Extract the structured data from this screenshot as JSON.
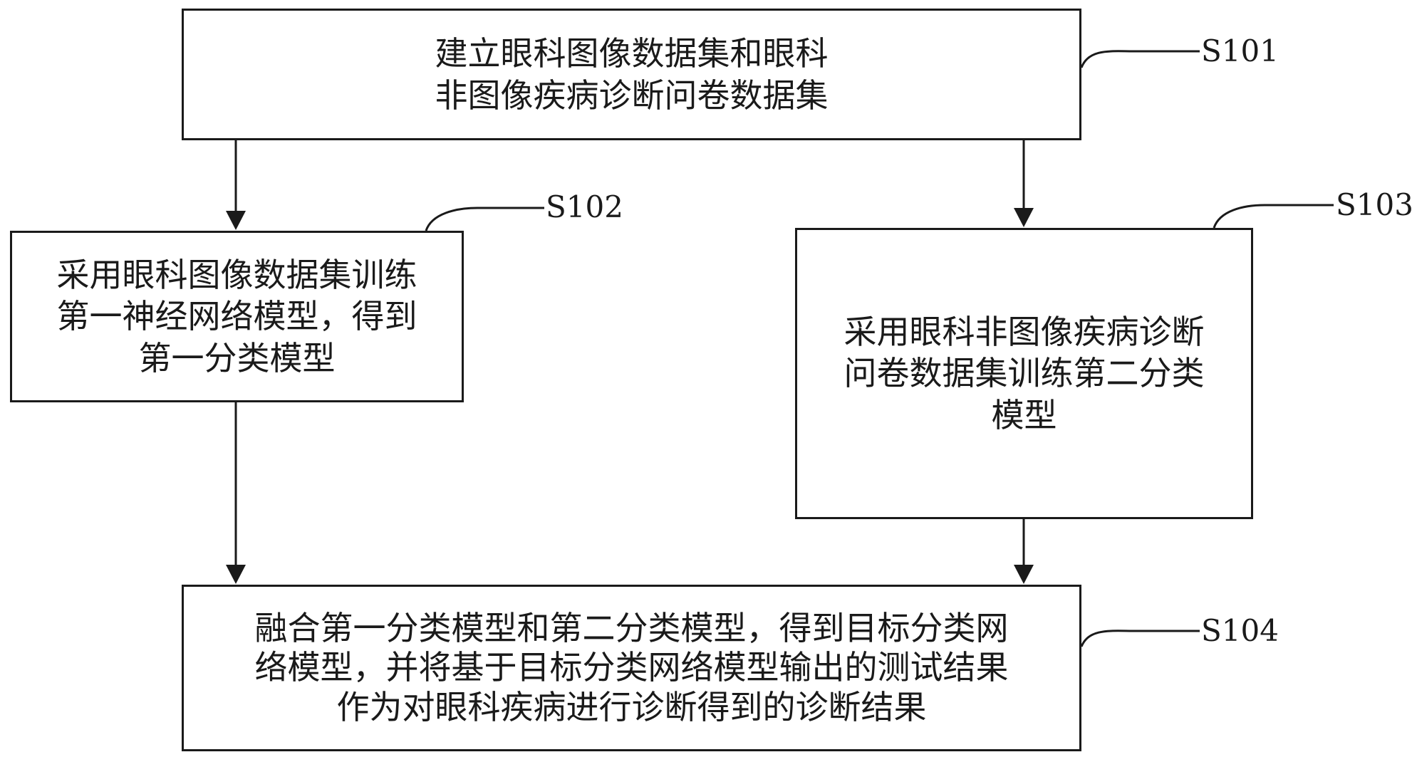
{
  "steps": {
    "s101": {
      "label": "S101",
      "text": "建立眼科图像数据集和眼科\n非图像疾病诊断问卷数据集"
    },
    "s102": {
      "label": "S102",
      "text": "采用眼科图像数据集训练\n第一神经网络模型，得到\n第一分类模型"
    },
    "s103": {
      "label": "S103",
      "text": "采用眼科非图像疾病诊断\n问卷数据集训练第二分类\n模型"
    },
    "s104": {
      "label": "S104",
      "text": "融合第一分类模型和第二分类模型，得到目标分类网\n络模型，并将基于目标分类网络模型输出的测试结果\n作为对眼科疾病进行诊断得到的诊断结果"
    }
  },
  "colors": {
    "stroke": "#1a1a1a",
    "background": "#ffffff"
  }
}
